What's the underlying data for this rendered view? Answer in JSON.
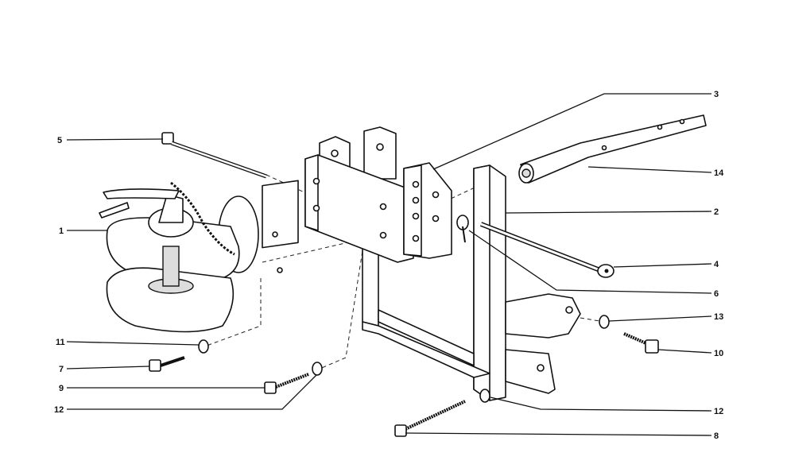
{
  "diagram": {
    "type": "exploded-parts-drawing",
    "callouts": [
      "5",
      "1",
      "11",
      "7",
      "9",
      "12",
      "3",
      "14",
      "2",
      "4",
      "6",
      "13",
      "10",
      "12",
      "8"
    ]
  }
}
